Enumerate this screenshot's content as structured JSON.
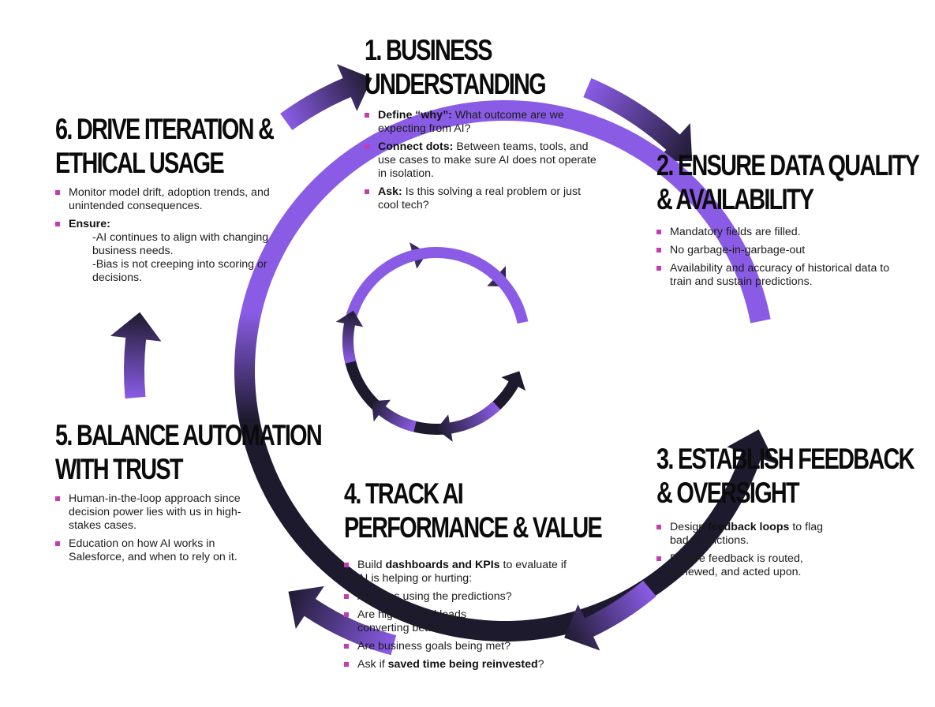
{
  "colors": {
    "bullet": "#c53cb0",
    "arrow_light": "#8a5ce6",
    "arrow_dark": "#1e1a2e",
    "heading": "#0b0b0b"
  },
  "steps": [
    {
      "id": "business-understanding",
      "title_lines": [
        "1. Business",
        "Understanding"
      ],
      "bullets": [
        {
          "bold": "Define “why”:",
          "text": " What outcome are we expecting from AI?"
        },
        {
          "bold": "Connect dots:",
          "text": " Between teams, tools, and use cases to make sure AI does not operate in isolation."
        },
        {
          "bold": "Ask:",
          "text": " Is this solving a real problem or just cool tech?"
        }
      ]
    },
    {
      "id": "data-quality",
      "title_lines": [
        "2. Ensure Data Quality",
        "& Availability"
      ],
      "bullets": [
        {
          "text": "Mandatory fields are filled."
        },
        {
          "text": "No garbage-in-garbage-out"
        },
        {
          "text": "Availability and accuracy of historical data to train and sustain predictions."
        }
      ]
    },
    {
      "id": "feedback-oversight",
      "title_lines": [
        "3. Establish Feedback",
        "& Oversight"
      ],
      "bullets": [
        {
          "pre": "Design ",
          "bold": "feedback loops",
          "text": " to flag bad predictions."
        },
        {
          "text": "Ensure feedback is routed, reviewed, and acted upon."
        }
      ]
    },
    {
      "id": "track-performance",
      "title_lines": [
        "4. Track AI",
        "Performance & Value"
      ],
      "bullets": [
        {
          "pre": "Build ",
          "bold": "dashboards and KPIs",
          "text": " to evaluate if AI is helping or hurting:"
        },
        {
          "text": "Are reps using the predictions?"
        },
        {
          "text": "Are high-scored leads converting better?"
        },
        {
          "text": "Are business goals being met?"
        },
        {
          "pre": "Ask if ",
          "bold": "saved time being reinvested",
          "text": "?"
        }
      ]
    },
    {
      "id": "balance-automation",
      "title_lines": [
        "5. Balance Automation",
        "With Trust"
      ],
      "bullets": [
        {
          "text": "Human-in-the-loop approach since decision power lies with us in high-stakes cases."
        },
        {
          "text": "Education on how AI works in Salesforce, and when to rely on it."
        }
      ]
    },
    {
      "id": "drive-iteration",
      "title_lines": [
        "6. Drive Iteration &",
        "Ethical Usage"
      ],
      "bullets": [
        {
          "text": "Monitor model drift, adoption trends, and unintended consequences."
        },
        {
          "bold": "Ensure:",
          "subs": [
            "-AI continues to align with changing business needs.",
            "-Bias is not creeping into scoring or decisions."
          ]
        }
      ]
    }
  ]
}
